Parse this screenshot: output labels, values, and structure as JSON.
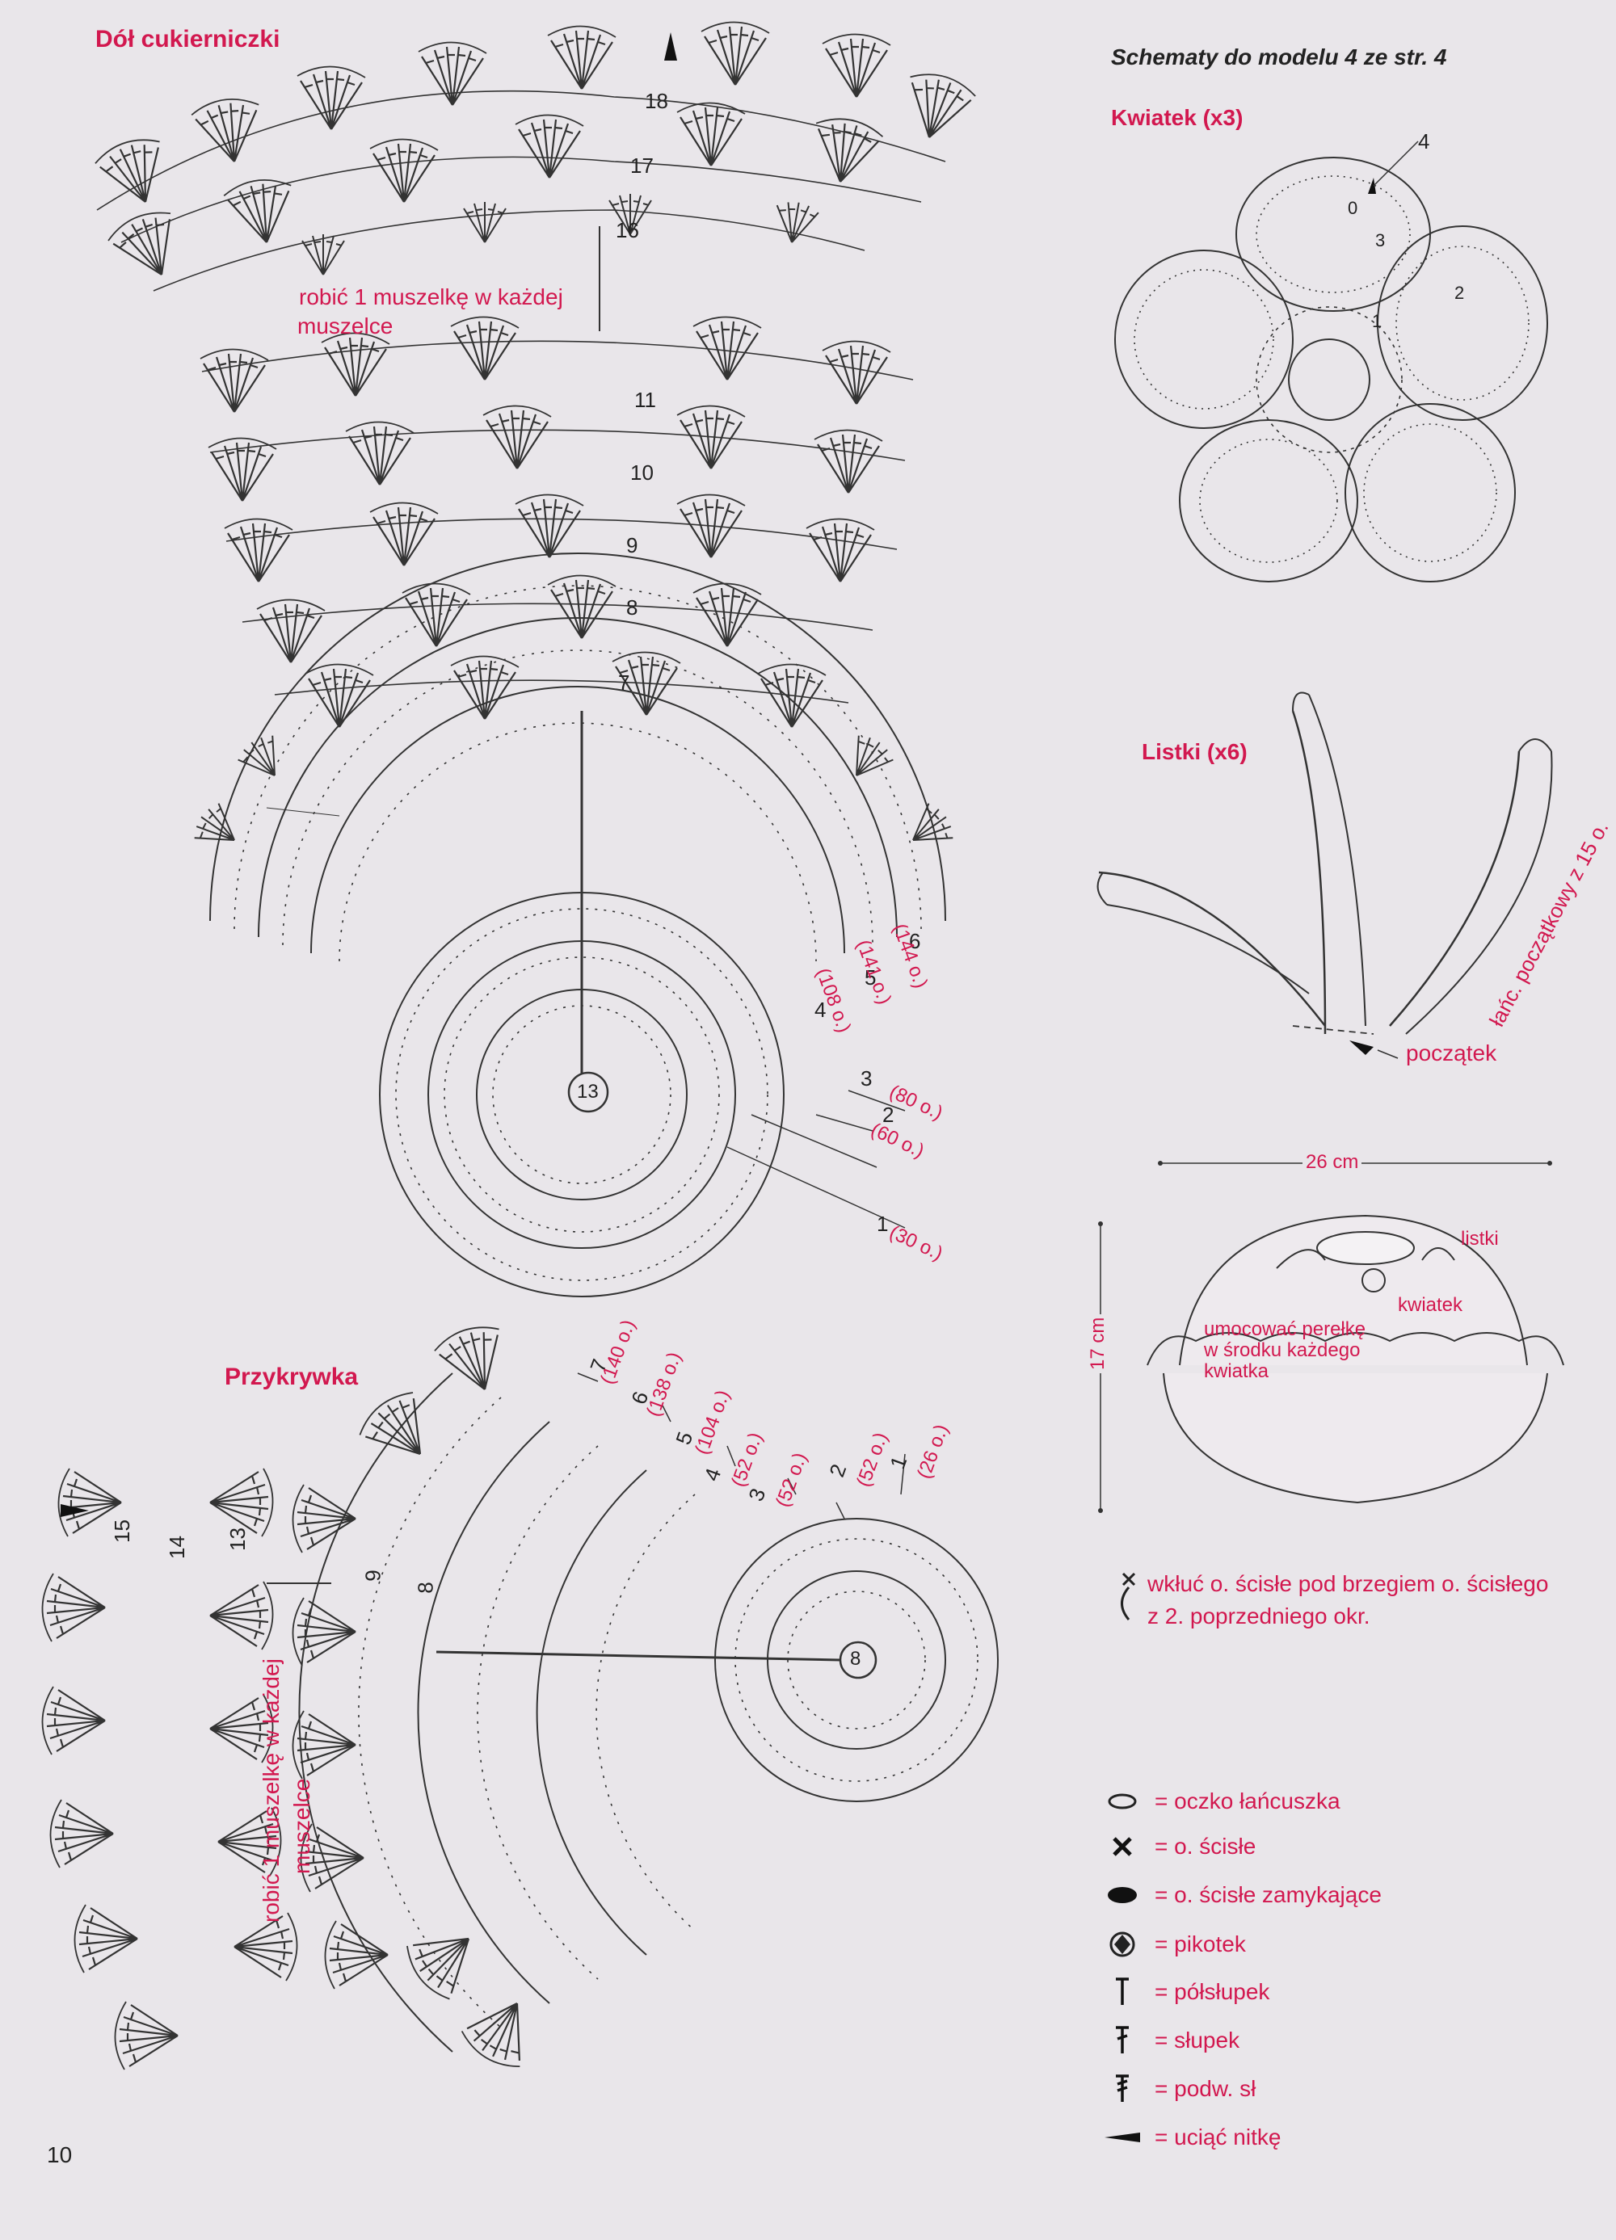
{
  "header": {
    "title_bottom": "Dół cukierniczki",
    "title_right": "Schematy do modelu 4 ze str. 4"
  },
  "flower": {
    "title": "Kwiatek (x3)",
    "num4": "4",
    "num0": "0",
    "num3": "3",
    "num2": "2",
    "num1": "1"
  },
  "leaves": {
    "title": "Listki (x6)",
    "chain_note": "łańc. początkowy z 15 o.",
    "start": "początek"
  },
  "bottom_part": {
    "note_line1": "robić 1 muszelkę w każdej",
    "note_line2": "muszelce",
    "rows_top": [
      "18",
      "17",
      "16"
    ],
    "rows_mid": [
      "11",
      "10",
      "9",
      "8",
      "7"
    ],
    "center": "13",
    "round_numbers": [
      "6",
      "5",
      "4",
      "3",
      "2",
      "1"
    ],
    "round_counts": [
      "(144 o.)",
      "(141 o.)",
      "(108 o.)",
      "(80 o.)",
      "(60 o.)",
      "(30 o.)"
    ]
  },
  "lid": {
    "title": "Przykrywka",
    "note_line1": "robić 1 muszelkę w każdej",
    "note_line2": "muszelce",
    "rows": [
      "15",
      "14",
      "13",
      "9",
      "8"
    ],
    "center": "8",
    "round_numbers": [
      "7",
      "6",
      "5",
      "4",
      "3",
      "2",
      "1"
    ],
    "round_counts": [
      "(140 o.)",
      "(138 o.)",
      "(104 o.)",
      "(52 o.)",
      "(52 o.)",
      "(52 o.)",
      "(26 o.)"
    ]
  },
  "bowl": {
    "width": "26 cm",
    "height": "17 cm",
    "label_leaves": "listki",
    "label_flower": "kwiatek",
    "note_line1": "umocować perełkę",
    "note_line2": "w środku każdego",
    "note_line3": "kwiatka"
  },
  "special_stitch": {
    "line1": "wkłuć o. ścisłe pod brzegiem o. ścisłego",
    "line2": "z 2. poprzedniego okr."
  },
  "legend": [
    {
      "icon": "chain-stitch-icon",
      "label": "= oczko łańcuszka"
    },
    {
      "icon": "single-crochet-icon",
      "label": "= o. ścisłe"
    },
    {
      "icon": "slip-stitch-icon",
      "label": "= o. ścisłe zamykające"
    },
    {
      "icon": "picot-icon",
      "label": "= pikotek"
    },
    {
      "icon": "half-double-crochet-icon",
      "label": "= półsłupek"
    },
    {
      "icon": "double-crochet-icon",
      "label": "= słupek"
    },
    {
      "icon": "treble-crochet-icon",
      "label": "= podw. sł"
    },
    {
      "icon": "cut-thread-icon",
      "label": "= uciąć nitkę"
    }
  ],
  "page_number": "10"
}
